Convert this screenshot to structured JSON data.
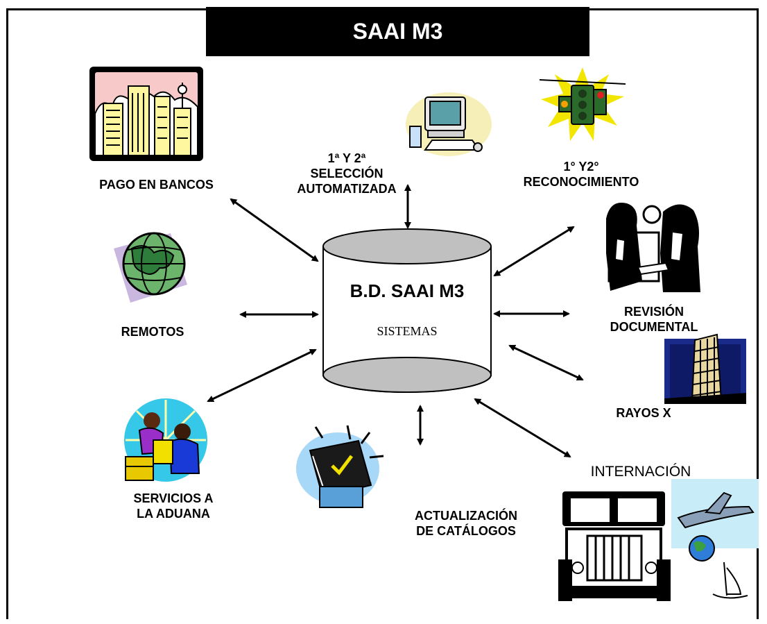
{
  "title": "SAAI M3",
  "center": {
    "name": "B.D. SAAI M3",
    "subtitle": "SISTEMAS"
  },
  "nodes": {
    "pago": "PAGO EN BANCOS",
    "seleccion": [
      "1ª Y 2ª",
      "SELECCIÓN",
      "AUTOMATIZADA"
    ],
    "reconocimiento": [
      "1° Y2°",
      "RECONOCIMIENTO"
    ],
    "remotos": "REMOTOS",
    "revision": [
      "REVISIÓN",
      "DOCUMENTAL"
    ],
    "rayos": "RAYOS X",
    "servicios": [
      "SERVICIOS A",
      "LA ADUANA"
    ],
    "actualizacion": [
      "ACTUALIZACIÓN",
      "DE CATÁLOGOS"
    ],
    "internacion": "INTERNACIÓN"
  },
  "colors": {
    "frame": "#000000",
    "title_bg": "#000000",
    "title_text": "#ffffff",
    "cylinder": "#c0c0c0"
  },
  "icons": [
    "city-icon",
    "computer-icon",
    "traffic-light-icon",
    "globe-icon",
    "handshake-icon",
    "tower-icon",
    "call-center-icon",
    "book-icon",
    "truck-icon",
    "airplane-icon"
  ]
}
